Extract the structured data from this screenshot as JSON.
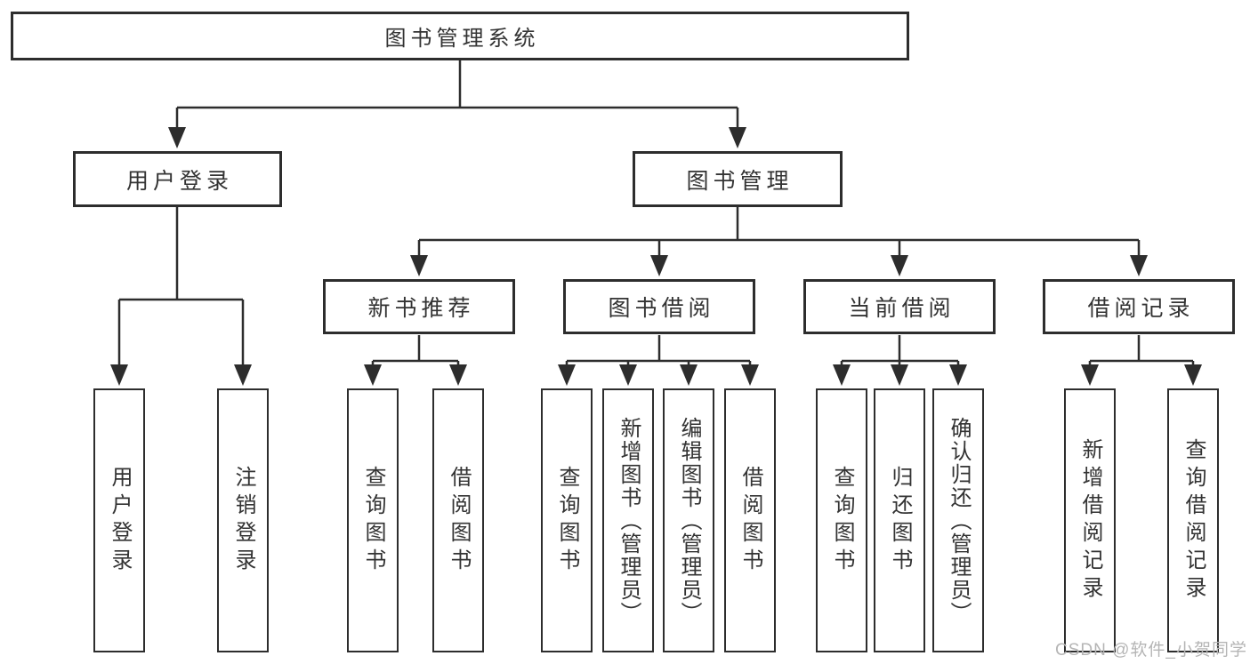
{
  "diagram_type": "functional-structure-chart",
  "tree": {
    "label": "图书管理系统",
    "children": [
      {
        "label": "用户登录",
        "children": [
          {
            "label": "用户登录"
          },
          {
            "label": "注销登录"
          }
        ]
      },
      {
        "label": "图书管理",
        "children": [
          {
            "label": "新书推荐",
            "children": [
              {
                "label": "查询图书"
              },
              {
                "label": "借阅图书"
              }
            ]
          },
          {
            "label": "图书借阅",
            "children": [
              {
                "label": "查询图书"
              },
              {
                "label": "新增图书（管理员）"
              },
              {
                "label": "编辑图书（管理员）"
              },
              {
                "label": "借阅图书"
              }
            ]
          },
          {
            "label": "当前借阅",
            "children": [
              {
                "label": "查询图书"
              },
              {
                "label": "归还图书"
              },
              {
                "label": "确认归还（管理员）"
              }
            ]
          },
          {
            "label": "借阅记录",
            "children": [
              {
                "label": "新增借阅记录"
              },
              {
                "label": "查询借阅记录"
              }
            ]
          }
        ]
      }
    ]
  },
  "watermark": {
    "text": "CSDN @软件_小贺同学"
  },
  "colors": {
    "line": "#2d2d2d",
    "box_border": "#2d2d2d",
    "box_background": "#ffffff",
    "text": "#333333",
    "watermark_text": "#b5b5b5",
    "page_background": "#ffffff"
  }
}
